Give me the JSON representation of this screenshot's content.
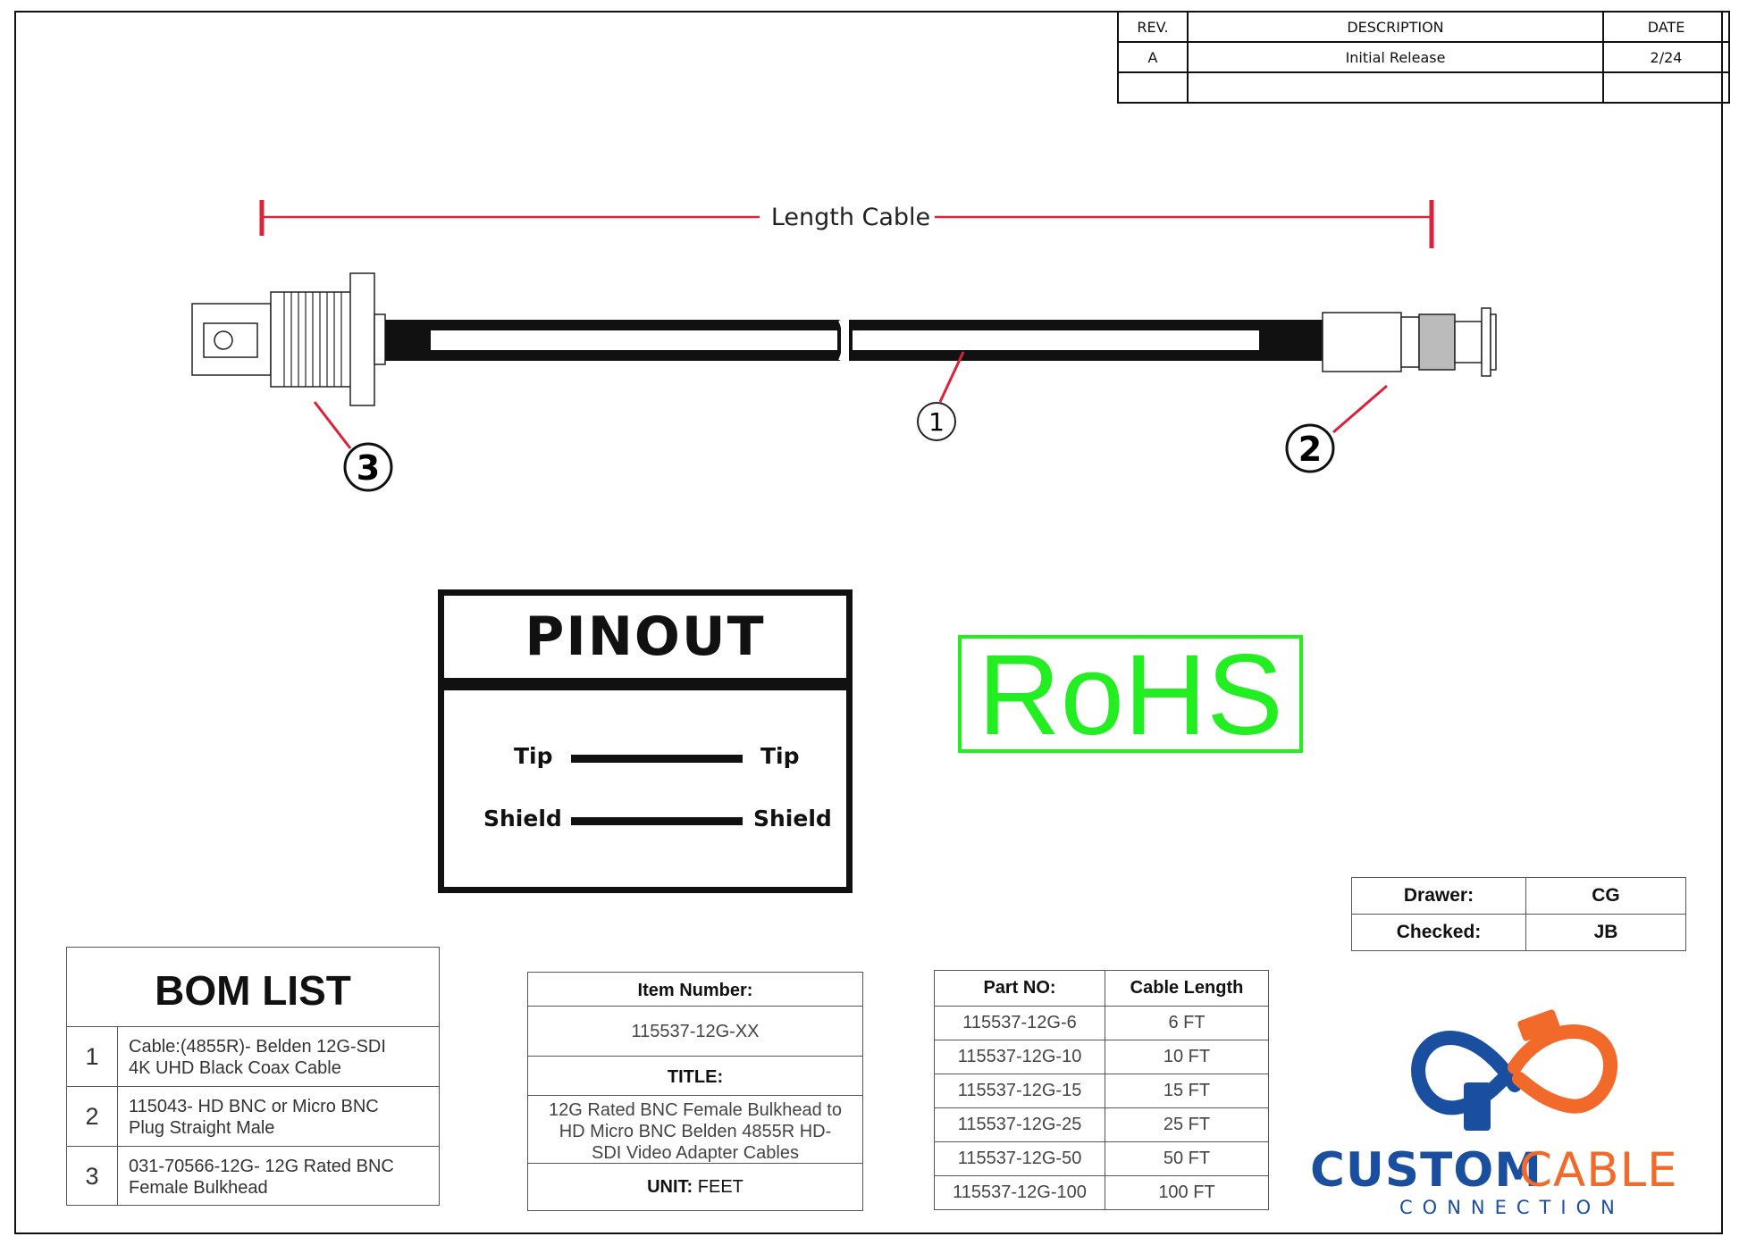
{
  "revision_table": {
    "headers": [
      "REV.",
      "DESCRIPTION",
      "DATE"
    ],
    "rows": [
      [
        "A",
        "Initial Release",
        "2/24"
      ],
      [
        "",
        "",
        ""
      ]
    ]
  },
  "drawing": {
    "length_label": "Length Cable",
    "callouts": [
      "1",
      "2",
      "3"
    ],
    "accent_color": "#d9233a"
  },
  "pinout": {
    "title": "PINOUT",
    "rows": [
      {
        "left": "Tip",
        "right": "Tip"
      },
      {
        "left": "Shield",
        "right": "Shield"
      }
    ]
  },
  "rohs": {
    "label": "RoHS",
    "color": "#22ee22"
  },
  "approvals": [
    {
      "label": "Drawer:",
      "value": "CG"
    },
    {
      "label": "Checked:",
      "value": "JB"
    }
  ],
  "bom": {
    "title": "BOM LIST",
    "items": [
      {
        "num": "1",
        "line1": "Cable:(4855R)- Belden 12G-SDI",
        "line2": "4K UHD Black Coax Cable"
      },
      {
        "num": "2",
        "line1": "115043- HD BNC or Micro BNC",
        "line2": "Plug Straight Male"
      },
      {
        "num": "3",
        "line1": "031-70566-12G- 12G Rated BNC",
        "line2": "Female Bulkhead"
      }
    ]
  },
  "item_block": {
    "item_number_label": "Item Number:",
    "item_number": "115537-12G-XX",
    "title_label": "TITLE:",
    "title_lines": [
      "12G Rated BNC Female Bulkhead to",
      "HD Micro BNC Belden 4855R HD-",
      "SDI Video Adapter Cables"
    ],
    "unit_label": "UNIT:",
    "unit_value": "FEET"
  },
  "parts_table": {
    "headers": [
      "Part NO:",
      "Cable Length"
    ],
    "rows": [
      [
        "115537-12G-6",
        "6 FT"
      ],
      [
        "115537-12G-10",
        "10 FT"
      ],
      [
        "115537-12G-15",
        "15 FT"
      ],
      [
        "115537-12G-25",
        "25 FT"
      ],
      [
        "115537-12G-50",
        "50 FT"
      ],
      [
        "115537-12G-100",
        "100 FT"
      ]
    ]
  },
  "logo": {
    "word1": "CUSTOM",
    "word2": "CABLE",
    "tagline": "CONNECTION",
    "blue": "#1a4fa0",
    "orange": "#f26a2a"
  }
}
